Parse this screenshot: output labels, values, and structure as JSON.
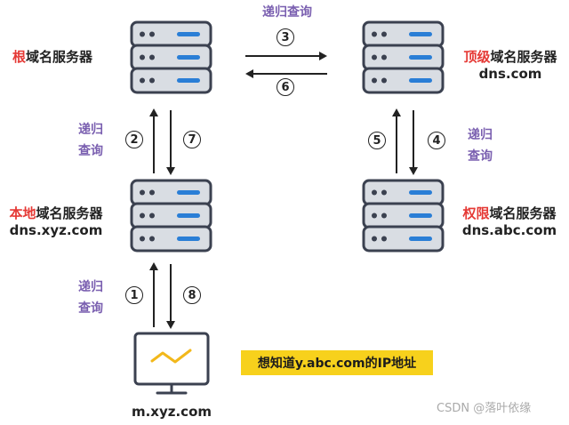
{
  "edge_top": "递归查询",
  "edge_left_top": [
    "递归",
    "查询"
  ],
  "edge_left_bottom": [
    "递归",
    "查询"
  ],
  "edge_right": [
    "递归",
    "查询"
  ],
  "root": {
    "prefix": "根",
    "suffix": "域名服务器"
  },
  "tld": {
    "prefix": "顶级",
    "suffix": "域名服务器",
    "host": "dns.com"
  },
  "local": {
    "prefix": "本地",
    "suffix": "域名服务器",
    "host": "dns.xyz.com"
  },
  "auth": {
    "prefix": "权限",
    "suffix": "域名服务器",
    "host": "dns.abc.com"
  },
  "client": {
    "host": "m.xyz.com"
  },
  "query_note": "想知道y.abc.com的IP地址",
  "steps": [
    "1",
    "2",
    "3",
    "4",
    "5",
    "6",
    "7",
    "8"
  ],
  "watermark": "CSDN @落叶依缘",
  "colors": {
    "server_body": "#d9dde3",
    "server_border": "#3b4150",
    "server_bar": "#2a7ed6",
    "accent_red": "#e53935",
    "accent_purple": "#7a5fb0",
    "note_bg": "#f7d11c",
    "chart_line": "#f2b81b"
  },
  "icons": [
    "server-icon",
    "computer-icon"
  ]
}
